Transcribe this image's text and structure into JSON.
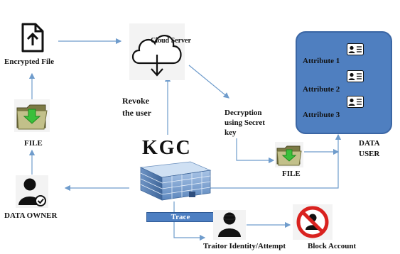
{
  "nodes": {
    "encrypted_file": "Encrypted File",
    "cloud_server": "Cloud Server",
    "revoke_line1": "Revoke",
    "revoke_line2": "the user",
    "decryption_line1": "Decryption",
    "decryption_line2": "using Secret",
    "decryption_line3": "key",
    "file_left": "FILE",
    "file_right": "FILE",
    "kgc": "KGC",
    "data_owner": "DATA OWNER",
    "data_user_line1": "DATA",
    "data_user_line2": "USER",
    "trace": "Trace",
    "traitor": "Traitor Identity/Attempt",
    "block_account": "Block Account"
  },
  "data_user": {
    "attributes": [
      "Attribute 1",
      "Attribute 2",
      "Attribute 3"
    ]
  },
  "icons": {
    "upload": "upload-file-icon",
    "cloud": "cloud-download-icon",
    "folder": "folder-icon",
    "user": "user-icon",
    "building": "building-icon",
    "id_card": "id-card-icon",
    "block": "block-icon"
  },
  "colors": {
    "panel_blue": "#4f7fc0",
    "arrow_blue": "#6f9ccc",
    "block_red": "#d9221f",
    "folder_green": "#3bbf3b"
  }
}
